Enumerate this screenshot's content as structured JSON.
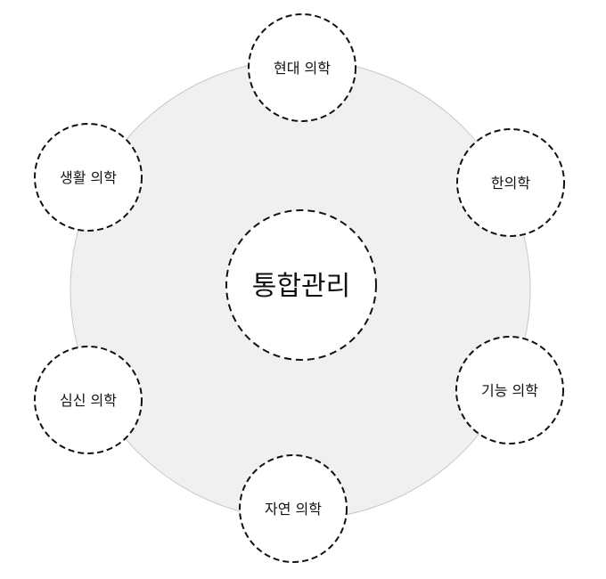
{
  "center": {
    "label": "통합관리"
  },
  "nodes": [
    {
      "label": "현대 의학"
    },
    {
      "label": "한의학"
    },
    {
      "label": "기능 의학"
    },
    {
      "label": "자연 의학"
    },
    {
      "label": "심신 의학"
    },
    {
      "label": "생활 의학"
    }
  ],
  "colors": {
    "ring_fill": "#f0f0f0",
    "ring_stroke": "#c8c8c8",
    "node_stroke": "#111111",
    "node_fill": "#ffffff"
  }
}
